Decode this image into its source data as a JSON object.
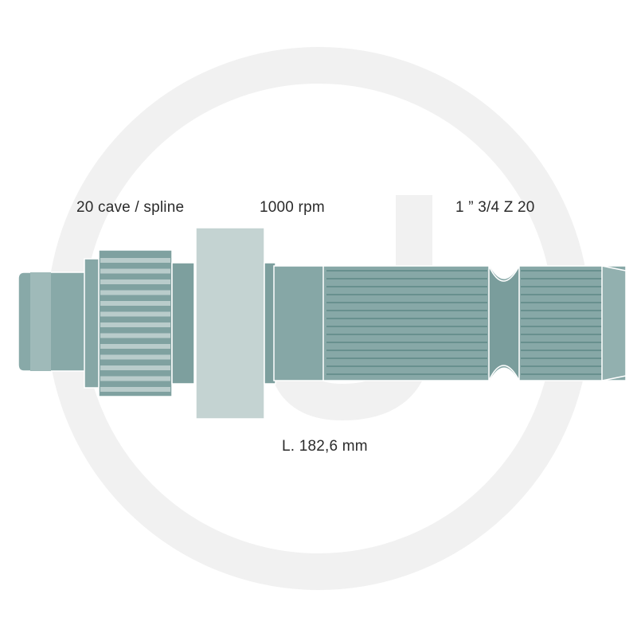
{
  "labels": {
    "spline_count": "20 cave / spline",
    "speed": "1000 rpm",
    "profile": "1 ” 3/4 Z  20",
    "length": "L. 182,6 mm"
  },
  "colors": {
    "shaft_dark": "#6f9696",
    "shaft_mid": "#86a7a6",
    "shaft_light": "#b9cccb",
    "collar": "#c4d3d2",
    "spline_groove": "#5f8786",
    "outline": "#ffffff",
    "watermark": "#f0f0f0"
  },
  "watermark": {
    "icon": "logo-ring-watermark-icon"
  }
}
